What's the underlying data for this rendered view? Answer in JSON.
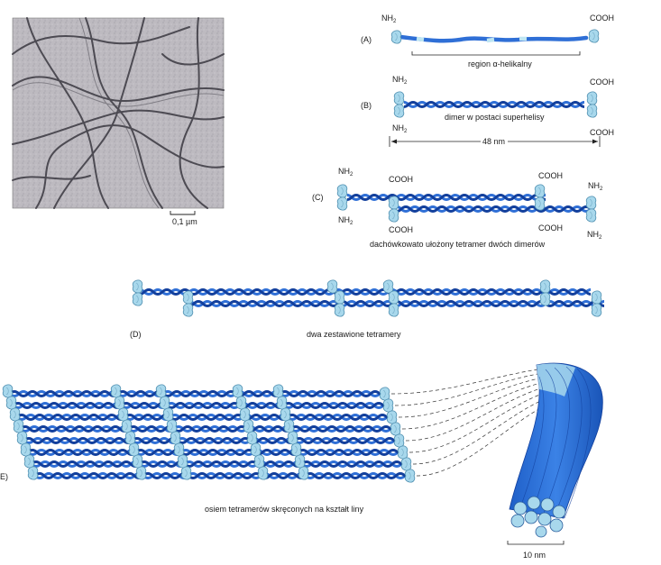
{
  "micrograph": {
    "scale_label": "0,1 µm"
  },
  "panels": {
    "A": {
      "letter": "(A)",
      "n_term": "NH",
      "n_sub": "2",
      "c_term": "COOH",
      "caption": "region α-helikalny"
    },
    "B": {
      "letter": "(B)",
      "n_term": "NH",
      "n_sub": "2",
      "c_term": "COOH",
      "caption": "dimer w postaci superhelisy",
      "length_label": "48 nm"
    },
    "C": {
      "letter": "(C)",
      "n_term": "NH",
      "n_sub": "2",
      "c_term": "COOH",
      "caption": "dachówkowato ułożony tetramer dwóch dimerów"
    },
    "D": {
      "letter": "(D)",
      "caption": "dwa zestawione tetramery"
    },
    "E": {
      "letter": "E)",
      "caption": "osiem tetramerów skręconych na kształt liny",
      "diameter_label": "10 nm"
    }
  },
  "colors": {
    "helix": "#2f6fd6",
    "helix_dark": "#123f9c",
    "head": "#a8d8ec",
    "head_edge": "#4f8fb0",
    "micrograph_bg": "#b9b6bc"
  }
}
